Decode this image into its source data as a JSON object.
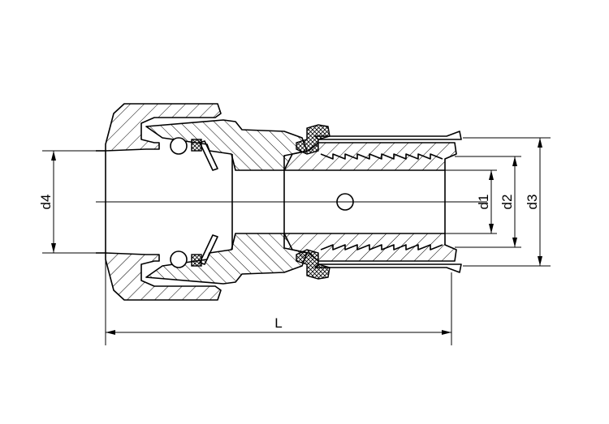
{
  "drawing": {
    "type": "technical-section-drawing",
    "dimension_labels": {
      "overall_length": "L",
      "d1": "d1",
      "d2": "d2",
      "d3": "d3",
      "d4": "d4"
    },
    "line_color": "#000000",
    "background_color": "#ffffff"
  }
}
